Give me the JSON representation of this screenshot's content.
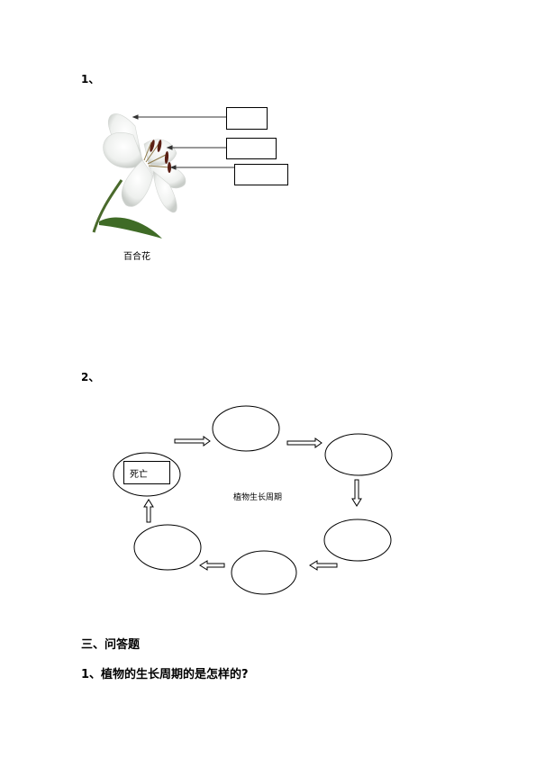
{
  "section1": {
    "number": "1、",
    "image_caption": "百合花"
  },
  "section2": {
    "number": "2、",
    "death_label": "死亡",
    "center_label": "植物生长周期"
  },
  "section3": {
    "heading": "三、问答题",
    "question1": "1、植物的生长周期的是怎样的?"
  }
}
